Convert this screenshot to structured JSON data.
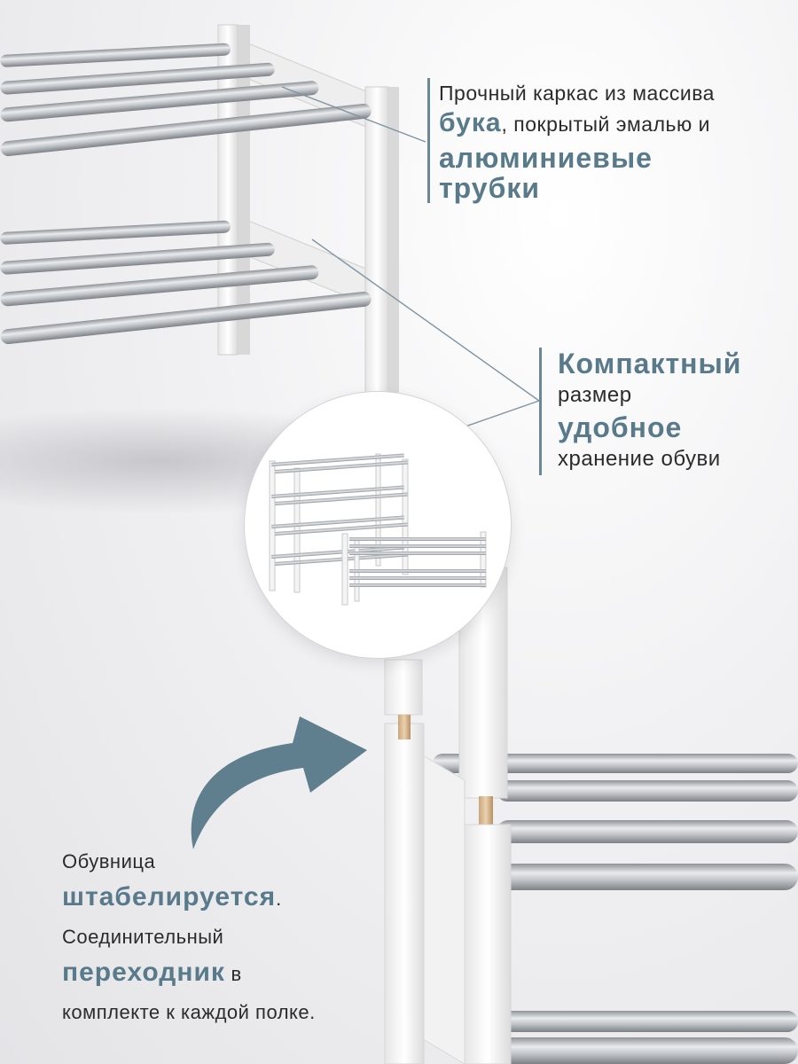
{
  "callouts": {
    "frame": {
      "line1": "Прочный каркас из массива",
      "line2_bold": "бука",
      "line2_rest": ", покрытый эмалью и",
      "line3_bold": "алюминиевые",
      "line4_bold": "трубки"
    },
    "size": {
      "line1_bold": "Компактный",
      "line2": "размер",
      "line3_bold": "удобное",
      "line4": "хранение обуви"
    },
    "stack": {
      "line1": "Обувница",
      "line2_bold": "штабелируется",
      "line2_rest": ".",
      "line3": "Соединительный",
      "line4_bold": "переходник",
      "line4_rest": " в",
      "line5": "комплекте к каждой полке."
    }
  },
  "colors": {
    "accent": "#587a8a",
    "arrow": "#5f7f8e",
    "frame_white": "#fafafa",
    "tube_silver": "#b9bcc0",
    "text": "#2b2b2b"
  },
  "icons": {
    "stack_arrow": "curved-arrow-right-icon"
  }
}
